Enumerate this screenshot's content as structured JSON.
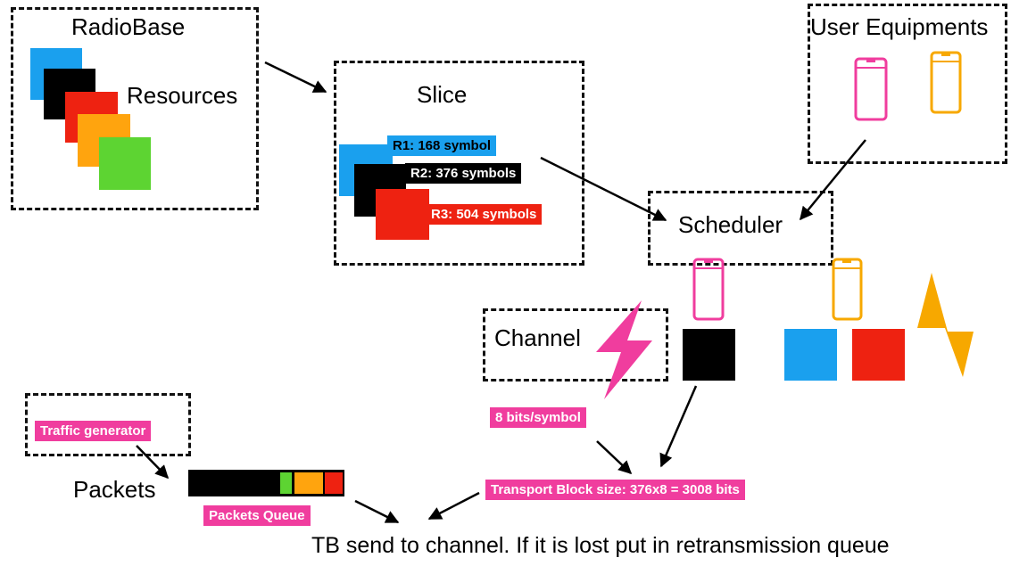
{
  "colors": {
    "blue": "#1aa0ee",
    "black": "#000000",
    "red": "#ee2211",
    "orange": "#ffa40e",
    "green": "#5dd432",
    "pink": "#f03d9e",
    "amber": "#f7a800"
  },
  "radiobase": {
    "title": "RadioBase",
    "resources_label": "Resources"
  },
  "slice": {
    "title": "Slice",
    "resources": [
      {
        "label": "R1: 168 symbol",
        "color": "#1aa0ee",
        "text_color": "#000000"
      },
      {
        "label": "R2: 376 symbols",
        "color": "#000000",
        "text_color": "#ffffff"
      },
      {
        "label": "R3: 504 symbols",
        "color": "#ee2211",
        "text_color": "#ffffff"
      }
    ]
  },
  "user_equipments": {
    "title": "User Equipments",
    "icons": [
      "phone-icon",
      "phone-icon"
    ]
  },
  "scheduler": {
    "title": "Scheduler"
  },
  "channel": {
    "title": "Channel",
    "rate_label": "8 bits/symbol"
  },
  "packets": {
    "generator_label": "Traffic generator",
    "title": "Packets",
    "queue_label": "Packets Queue"
  },
  "transport_block": {
    "label": "Transport Block size: 376x8 = 3008 bits"
  },
  "caption": "TB send to channel. If it is lost put in retransmission queue"
}
